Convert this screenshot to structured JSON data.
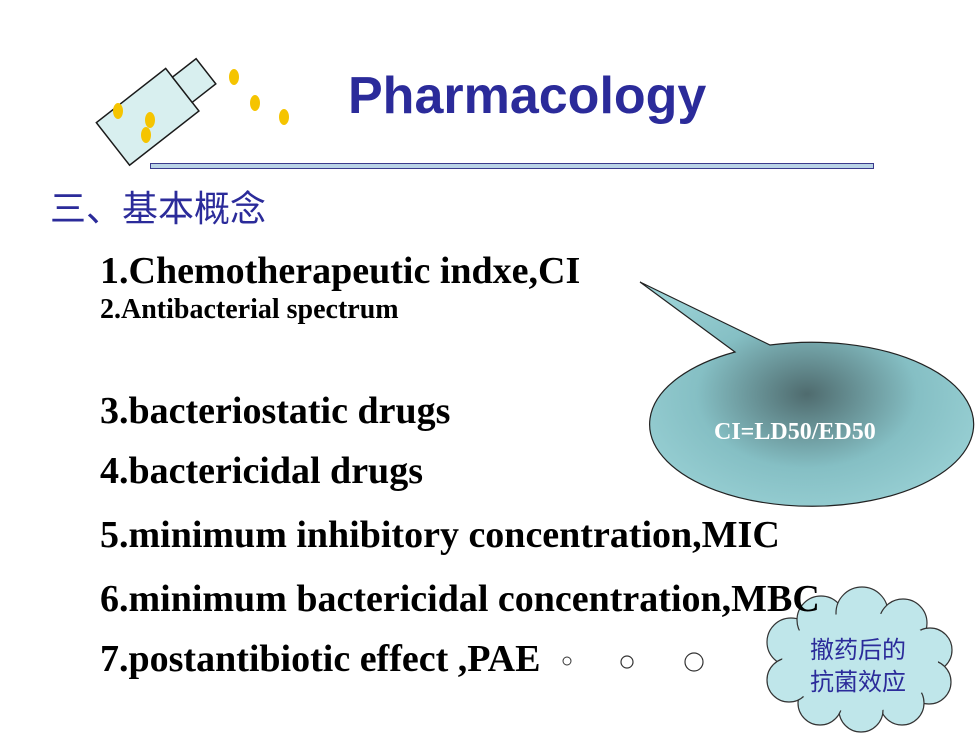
{
  "slide": {
    "title": "Pharmacology",
    "section_heading": "三、基本概念",
    "items": [
      "1.Chemotherapeutic indxe,CI",
      "2.Antibacterial spectrum",
      "3.bacteriostatic drugs",
      "4.bactericidal drugs",
      "5.minimum inhibitory concentration,MIC",
      "6.minimum bactericidal concentration,MBC",
      "7.postantibiotic effect ,PAE"
    ],
    "callout_text": "CI=LD50/ED50",
    "cloud_lines": [
      "撤药后的",
      "抗菌效应"
    ]
  },
  "icons": {
    "logo": "pill-bottle-icon"
  },
  "colors": {
    "title": "#2b2b9a",
    "callout_fill": "#8fc4c8",
    "cloud_fill": "#bfe6ea",
    "pill": "#f5c400"
  }
}
